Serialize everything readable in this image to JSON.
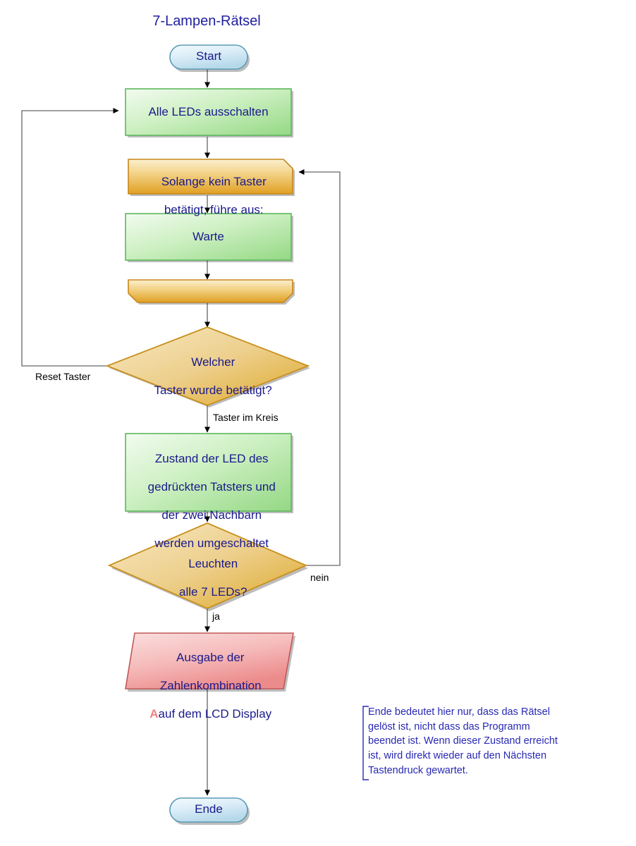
{
  "diagram": {
    "title": "7-Lampen-Rätsel",
    "type": "flowchart",
    "language": "de"
  },
  "nodes": {
    "start": {
      "label": "Start",
      "shape": "terminator",
      "fill": "#d6ecf7",
      "stroke": "#5b9bb5",
      "text_color": "#1a1a8c"
    },
    "all_leds_off": {
      "label": "Alle LEDs ausschalten",
      "shape": "process",
      "fill": "#addea0",
      "stroke": "#5cb85c",
      "text_color": "#1a1a8c"
    },
    "loop_header": {
      "label_line1": "Solange kein Taster",
      "label_line2": "betätigt, führe aus:",
      "shape": "loop-start",
      "fill": "#e6a92e",
      "stroke": "#c8871c",
      "text_color": "#1a1a8c"
    },
    "wait": {
      "label": "Warte",
      "shape": "process",
      "fill": "#addea0",
      "stroke": "#5cb85c",
      "text_color": "#1a1a8c"
    },
    "loop_footer": {
      "label": "",
      "shape": "loop-end",
      "fill": "#e6a92e",
      "stroke": "#c8871c"
    },
    "which_button": {
      "label_line1": "Welcher",
      "label_line2": "Taster wurde betätigt?",
      "shape": "decision",
      "fill": "#e0b04a",
      "stroke": "#c8901e",
      "text_color": "#1a1a8c"
    },
    "toggle_leds": {
      "label_line1": "Zustand der LED des",
      "label_line2": "gedrückten Tatsters und",
      "label_line3": "der zwei Nachbarn",
      "label_line4": "werden umgeschaltet",
      "shape": "process",
      "fill": "#addea0",
      "stroke": "#5cb85c",
      "text_color": "#1a1a8c"
    },
    "all_seven": {
      "label_line1": "Leuchten",
      "label_line2": "alle 7 LEDs?",
      "shape": "decision",
      "fill": "#e0b04a",
      "stroke": "#c8901e",
      "text_color": "#1a1a8c"
    },
    "output": {
      "marker": "A",
      "label_line1": "Ausgabe der",
      "label_line2": "Zahlenkombination",
      "label_line3": "auf dem LCD Display",
      "shape": "input-output",
      "fill": "#f09898",
      "stroke": "#c05858",
      "text_color": "#1a1a8c"
    },
    "end": {
      "label": "Ende",
      "shape": "terminator",
      "fill": "#d6ecf7",
      "stroke": "#5b9bb5",
      "text_color": "#1a1a8c"
    }
  },
  "edge_labels": {
    "reset_taster": "Reset Taster",
    "taster_im_kreis": "Taster im Kreis",
    "nein": "nein",
    "ja": "ja"
  },
  "note": {
    "line1": "Ende bedeutet hier nur, dass das Rätsel",
    "line2": "gelöst ist, nicht dass das Programm",
    "line3": "beendet ist. Wenn dieser Zustand erreicht",
    "line4": "ist, wird direkt wieder auf den Nächsten",
    "line5": "Tastendruck gewartet.",
    "text_color": "#2828b4"
  },
  "colors": {
    "connector": "#808080",
    "arrowhead": "#000000",
    "shadow": "rgba(0,0,0,0.28)"
  }
}
